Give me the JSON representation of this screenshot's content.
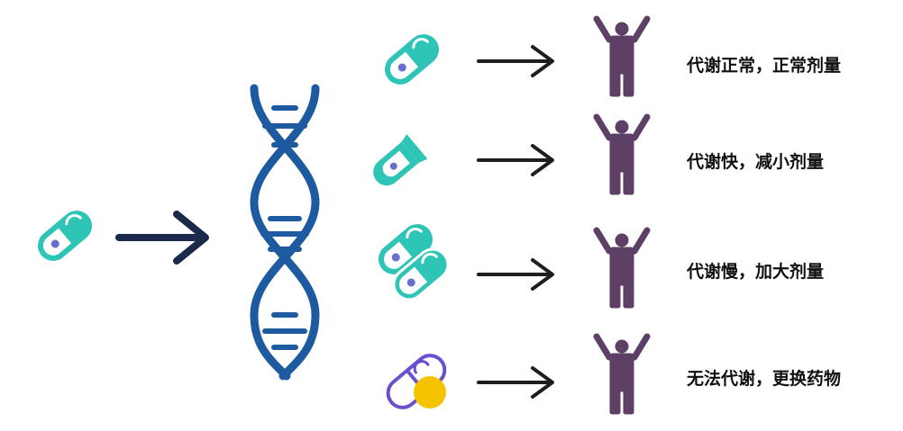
{
  "colors": {
    "teal": "#2ec4b6",
    "capsule_dot": "#6a6fcf",
    "dark_arrow": "#1b2a4a",
    "dna_blue": "#1e5aa0",
    "arrow_gray": "#1e1e1e",
    "person": "#5e3f66",
    "pill_outline": "#6b4fcf",
    "pill_yellow": "#f5c400"
  },
  "icons": {
    "input_drug": "capsule-icon",
    "gene": "dna-helix-icon",
    "person": "person-arms-raised-icon"
  },
  "outcomes": [
    {
      "drug_icon": "capsule-icon",
      "label": "代谢正常，正常剂量"
    },
    {
      "drug_icon": "half-capsule-icon",
      "label": "代谢快，减小剂量"
    },
    {
      "drug_icon": "double-capsule-icon",
      "label": "代谢慢，加大剂量"
    },
    {
      "drug_icon": "pill-yellow-icon",
      "label": "无法代谢，更换药物"
    }
  ]
}
